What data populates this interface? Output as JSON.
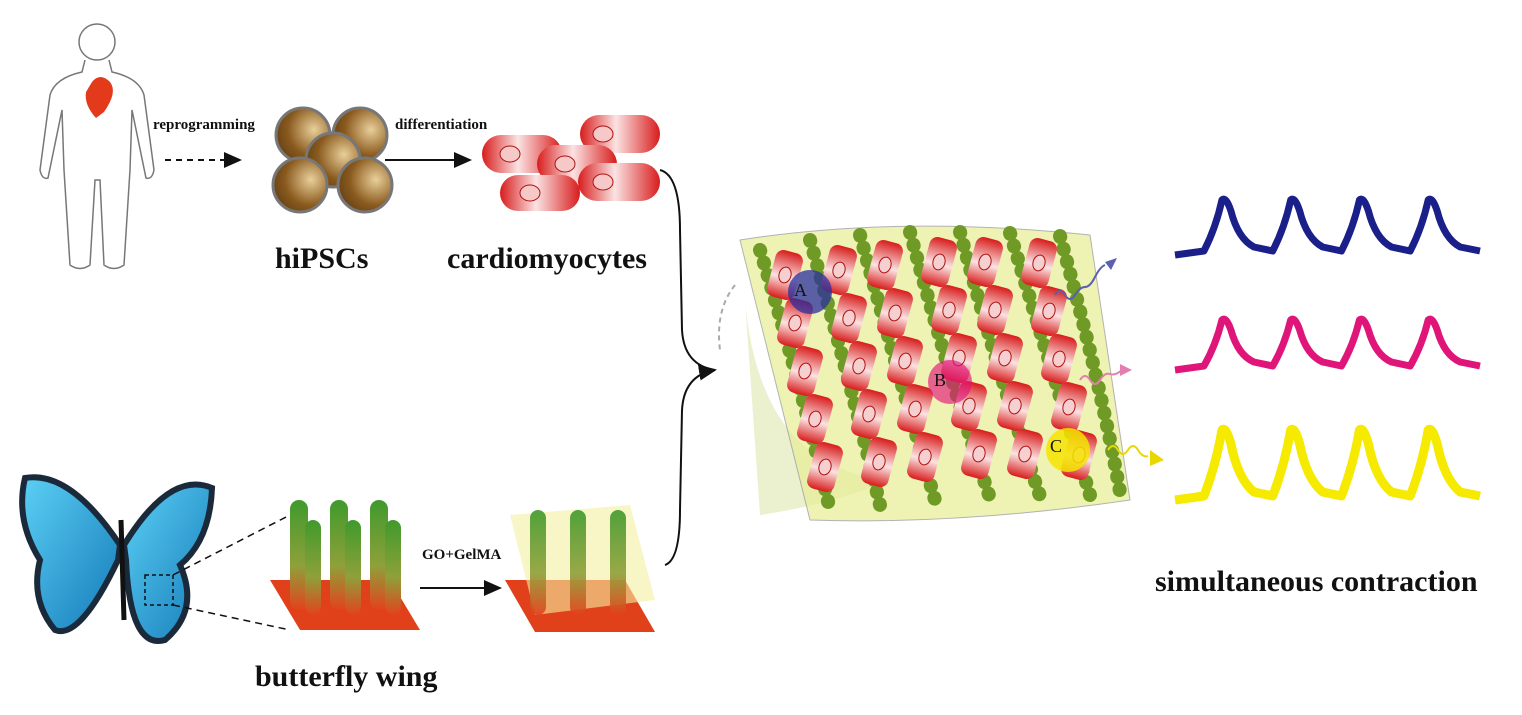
{
  "labels": {
    "reprogramming": "reprogramming",
    "differentiation": "differentiation",
    "hipscs": "hiPSCs",
    "cardiomyocytes": "cardiomyocytes",
    "go_gelma": "GO+GelMA",
    "butterfly_wing": "butterfly wing",
    "simultaneous_contraction": "simultaneous contraction",
    "point_a": "A",
    "point_b": "B",
    "point_c": "C"
  },
  "colors": {
    "trace_a": "#1a1f8a",
    "trace_b": "#e0157a",
    "trace_c": "#f5ea00",
    "cell_red": "#d81c1c",
    "fiber_green": "#7aa52a",
    "stem_cell": "#8a5a1e",
    "butterfly_blue": "#1ea8e0"
  },
  "traces": [
    {
      "name": "A",
      "peaks": 4
    },
    {
      "name": "B",
      "peaks": 4
    },
    {
      "name": "C",
      "peaks": 4
    }
  ]
}
